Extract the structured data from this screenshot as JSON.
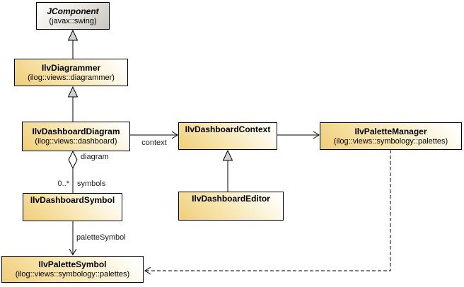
{
  "classes": {
    "jcomponent": {
      "name": "JComponent",
      "package": "(javax::swing)"
    },
    "diagrammer": {
      "name": "IlvDiagrammer",
      "package": "(ilog::views::diagrammer)"
    },
    "dashboard_diagram": {
      "name": "IlvDashboardDiagram",
      "package": "(ilog::views::dashboard)"
    },
    "dashboard_context": {
      "name": "IlvDashboardContext"
    },
    "palette_manager": {
      "name": "IlvPaletteManager",
      "package": "(ilog::views::symbology::palettes)"
    },
    "dashboard_symbol": {
      "name": "IlvDashboardSymbol"
    },
    "dashboard_editor": {
      "name": "IlvDashboardEditor"
    },
    "palette_symbol": {
      "name": "IlvPaletteSymbol",
      "package": "(ilog::views::symbology::palettes)"
    }
  },
  "edge_labels": {
    "context": "context",
    "diagram": "diagram",
    "multiplicity": "0..*",
    "symbols": "symbols",
    "palette_symbol": "paletteSymbol"
  },
  "colors": {
    "node_fill_start": "#f0ce79",
    "node_fill_end": "#ffffff",
    "abstract_fill_start": "#ffffff",
    "abstract_fill_end": "#c9c6c0",
    "border": "#000000",
    "triangle_fill": "#d2d2d2",
    "diamond_fill": "#ffffff"
  }
}
